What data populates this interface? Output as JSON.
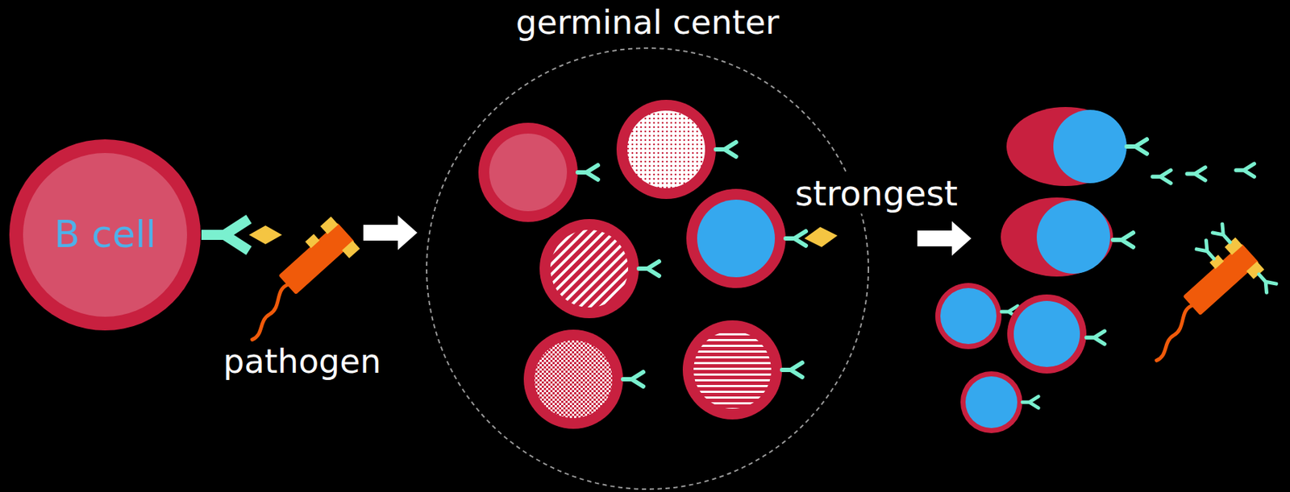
{
  "diagram": {
    "nodes": [
      {
        "text": [
          "B cell"
        ]
      },
      {
        "text": [
          "germinal center"
        ]
      }
    ],
    "labels": [
      "pathogen",
      "strongest"
    ]
  }
}
